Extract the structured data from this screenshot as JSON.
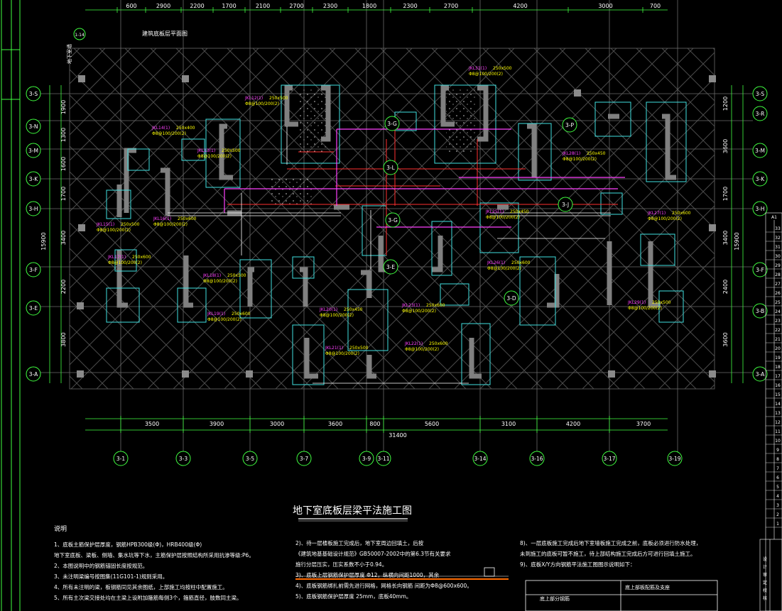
{
  "drawing": {
    "title": "地下室底板层梁平法施工图",
    "notes_heading": "说明",
    "top_label_a": "建筑底板层平面图",
    "top_label_b": "地下室墙",
    "keyplan_title": "底上部板配筋及支座",
    "keyplan_title2": "底上部分钢筋",
    "level_label": "1-14"
  },
  "dims_top": [
    "600",
    "2900",
    "2200",
    "1700",
    "2100",
    "2700",
    "2300",
    "1800",
    "2300",
    "2700",
    "4200",
    "3000",
    "700"
  ],
  "dims_bottom": [
    "3500",
    "3900",
    "3000",
    "3600",
    "800",
    "5600",
    "3100",
    "4200",
    "3700"
  ],
  "dims_total": "31400",
  "dims_left": [
    "1900",
    "1300",
    "1600",
    "1700",
    "3400",
    "2200",
    "3800"
  ],
  "dims_left_total": "15900",
  "dims_right": [
    "1200",
    "3600",
    "1700",
    "3400",
    "2400",
    "3600"
  ],
  "dims_right_total": "15900",
  "axes_left": [
    "3-S",
    "3-N",
    "3-M",
    "3-K",
    "3-H",
    "3-F",
    "3-E",
    "3-A"
  ],
  "axes_right": [
    "3-S",
    "3-R",
    "3-M",
    "3-K",
    "3-H",
    "3-F",
    "3-B",
    "3-A"
  ],
  "axes_bottom": [
    "3-1",
    "3-3",
    "3-5",
    "3-7",
    "3-9",
    "3-11",
    "3-14",
    "3-16",
    "3-17",
    "3-19"
  ],
  "axes_inner": [
    "3-G",
    "3-L",
    "3-G",
    "3-E",
    "3-D",
    "3-J",
    "3-P"
  ],
  "beam_labels": [
    {
      "name": "JKL12(1)",
      "text": "250x500",
      "rebar": "Φ8@100/200(2)"
    },
    {
      "name": "JKL13(1)",
      "text": "250x500",
      "rebar": "Φ8@100/200(2)"
    },
    {
      "name": "JKL14(1)",
      "text": "250x400",
      "rebar": "Φ8@100/200(2)"
    },
    {
      "name": "JKL15(1)",
      "text": "250x500",
      "rebar": "Φ8@100/200(2)"
    },
    {
      "name": "JKL16(1)",
      "text": "250x600",
      "rebar": "Φ8@100/200(2)"
    },
    {
      "name": "JKL17(1)",
      "text": "250x600",
      "rebar": "Φ8@100/200(2)"
    },
    {
      "name": "JKL18(1)",
      "text": "250x500",
      "rebar": "Φ8@100/200(2)"
    },
    {
      "name": "JKL19(1)",
      "text": "250x600",
      "rebar": "Φ8@100/200(2)"
    },
    {
      "name": "JKL20(1)",
      "text": "250x450",
      "rebar": "Φ8@100/200(2)"
    },
    {
      "name": "JKL21(1)",
      "text": "250x500",
      "rebar": "Φ8@100/200(2)"
    },
    {
      "name": "JKL22(1)",
      "text": "250x600",
      "rebar": "Φ8@100/200(2)"
    },
    {
      "name": "JKL23(1)",
      "text": "250x600",
      "rebar": "Φ8@100/200(2)"
    },
    {
      "name": "JKL25(1)",
      "text": "250x450",
      "rebar": "Φ8@100/200(2)"
    },
    {
      "name": "JKL26(1)",
      "text": "250x600",
      "rebar": "Φ8@100/200(2)"
    },
    {
      "name": "JKL27(1)",
      "text": "250x600",
      "rebar": "Φ8@100/200(2)"
    },
    {
      "name": "JKL28(1)",
      "text": "250x450",
      "rebar": "Φ8@100/200(2)"
    },
    {
      "name": "JKL29(1)",
      "text": "250x500",
      "rebar": "Φ8@100/200(2)"
    },
    {
      "name": "JKL31(1)",
      "text": "250x500",
      "rebar": "Φ8@100/200(2)"
    }
  ],
  "notes_left": [
    "1、底板主筋保护层厚度，钢筋HPB300级(Φ)，HRB400级(Φ)",
    "   地下室底板、梁板、侧墙、集水坑等下水，主筋保护层按照结构所采用抗渗等级:P6。",
    "2、本图说明中的钢筋锚固长度按规范。",
    "3、未注明梁编号按图集(11G101-1)规则采用。",
    "4、所有未注明的梁，板钢筋同见其余图纸，上部施工均按柱中配置施工。",
    "5、所有主次梁交接处均在主梁上设附加箍筋每侧3个，箍筋直径，肢数同主梁。"
  ],
  "notes_mid": [
    "2)、待一层楼板施工完成后，地下室周边回填土，后按",
    "    《建筑地基基础设计规范》GB50007-2002中的第6.3节有关要求",
    "    施行分层压实，压实系数不小于0.94。",
    "3)、底板上层钢筋保护层厚度 Φ12，纵横向间距1000，其余",
    "4)、底板钢筋绑扎前需先进行网格，网格长向钢筋 间距为Φ8@600x600。",
    "5)、底板钢筋保护层厚度 25mm，底板40mm。"
  ],
  "notes_right": [
    "8)、一层底板施工完成后地下室墙板施工完成之前，底板必须进行防水处理，",
    "    未到施工的底板可暂不施工，待上部结构施工完成后方可进行回填土施工。",
    "9)、底板X/Y方向钢筋平法施工图图示说明如下："
  ],
  "title_block": {
    "rows": [
      "33",
      "32",
      "31",
      "30",
      "29",
      "28",
      "27",
      "26",
      "25",
      "24",
      "23",
      "22",
      "21",
      "20",
      "19",
      "18",
      "17",
      "16",
      "15",
      "14",
      "13",
      "12",
      "11",
      "10",
      "9",
      "8",
      "7",
      "6",
      "5",
      "4",
      "3",
      "2",
      "1"
    ],
    "header": "A1",
    "side_labels": [
      "设",
      "计",
      "审",
      "定",
      "校",
      "核"
    ]
  },
  "colors": {
    "grid": "#5a5a5a",
    "wall": "#808080",
    "axis": "#40ff40",
    "hatch": "#4a4a4a",
    "cyan": "#40e0e0",
    "yellow": "#ffff00",
    "magenta": "#ff40ff",
    "red": "#ff3030",
    "white": "#ffffff",
    "orange": "#ff6a00"
  }
}
